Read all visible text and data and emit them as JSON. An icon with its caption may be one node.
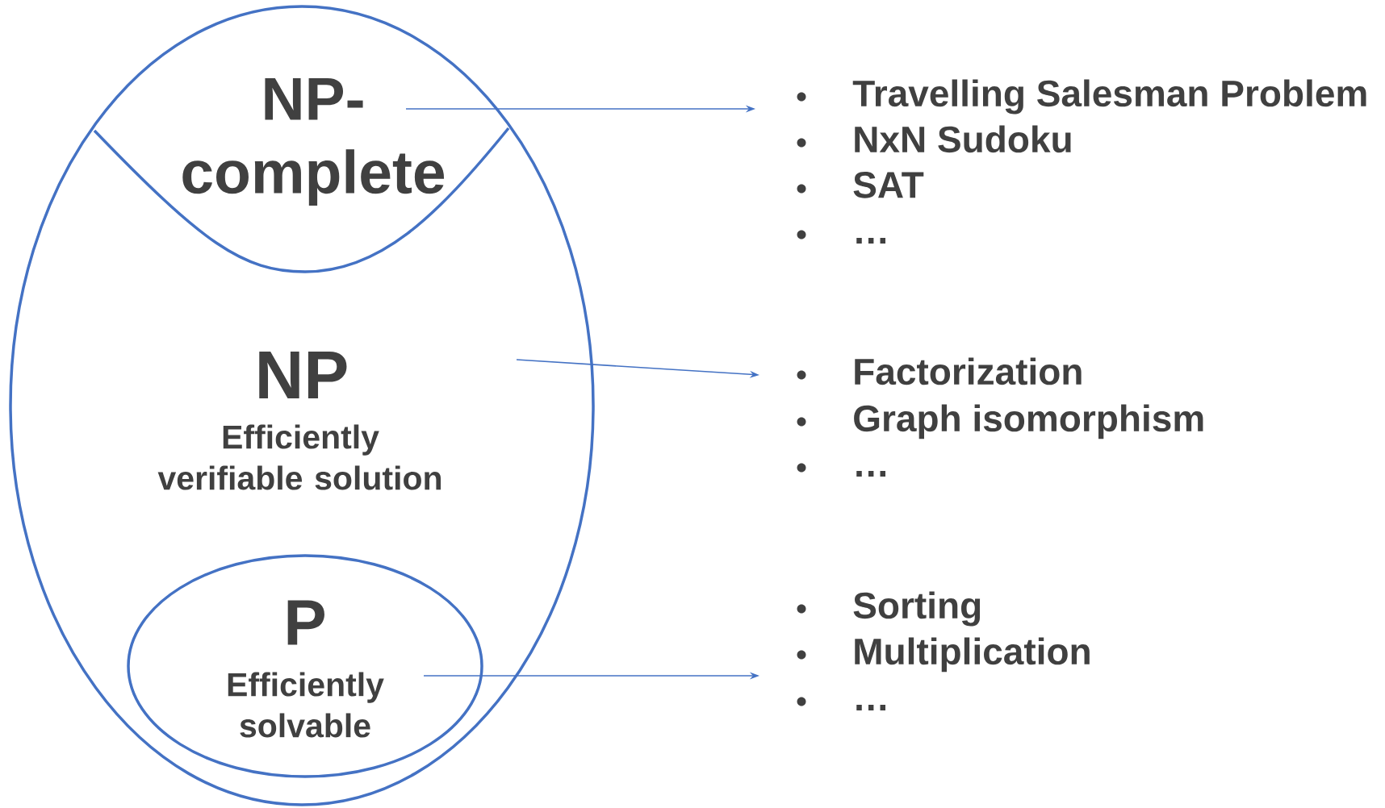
{
  "diagram": {
    "nodes": [
      {
        "text": [
          "NP",
          "Efficiently verifiable solution"
        ]
      },
      {
        "text": [
          "NP- complete"
        ],
        "in": 0
      },
      {
        "text": [
          "P",
          "Efficiently solvable"
        ],
        "in": 0
      },
      {
        "text": [
          "Travelling Salesman Problem",
          "NxN Sudoku",
          "SAT",
          "…"
        ]
      },
      {
        "text": [
          "Factorization",
          "Graph isomorphism",
          "…"
        ]
      },
      {
        "text": [
          "Sorting",
          "Multiplication",
          "…"
        ]
      }
    ],
    "edges": [
      {
        "from": 1,
        "to": 3,
        "arrow": "to"
      },
      {
        "from": 0,
        "to": 4,
        "arrow": "to"
      },
      {
        "from": 2,
        "to": 5,
        "arrow": "to"
      }
    ]
  }
}
